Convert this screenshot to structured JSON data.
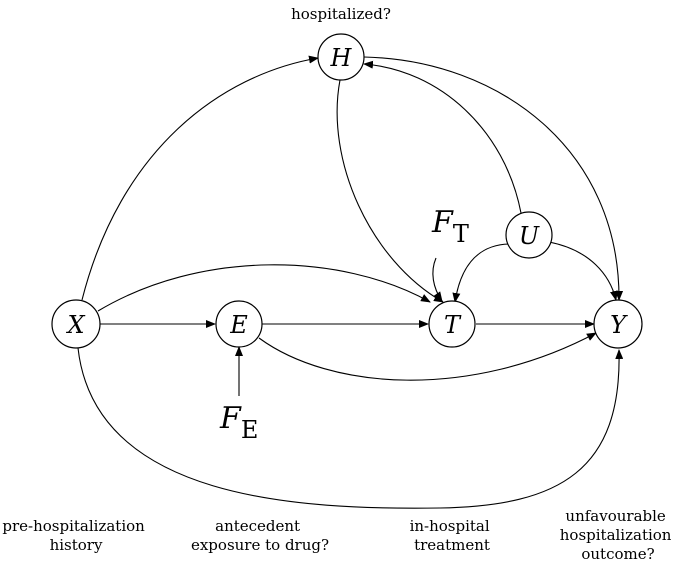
{
  "nodes": {
    "H": "H",
    "X": "X",
    "E": "E",
    "T": "T",
    "U": "U",
    "Y": "Y"
  },
  "factors": {
    "FT": {
      "main": "F",
      "sub": "T"
    },
    "FE": {
      "main": "F",
      "sub": "E"
    }
  },
  "captions": {
    "H": [
      "hospitalized?"
    ],
    "X": [
      "pre-hospitalization",
      "history"
    ],
    "E": [
      "antecedent",
      "exposure to drug?"
    ],
    "T": [
      "in-hospital",
      "treatment"
    ],
    "Y": [
      "unfavourable",
      "hospitalization",
      "outcome?"
    ]
  }
}
